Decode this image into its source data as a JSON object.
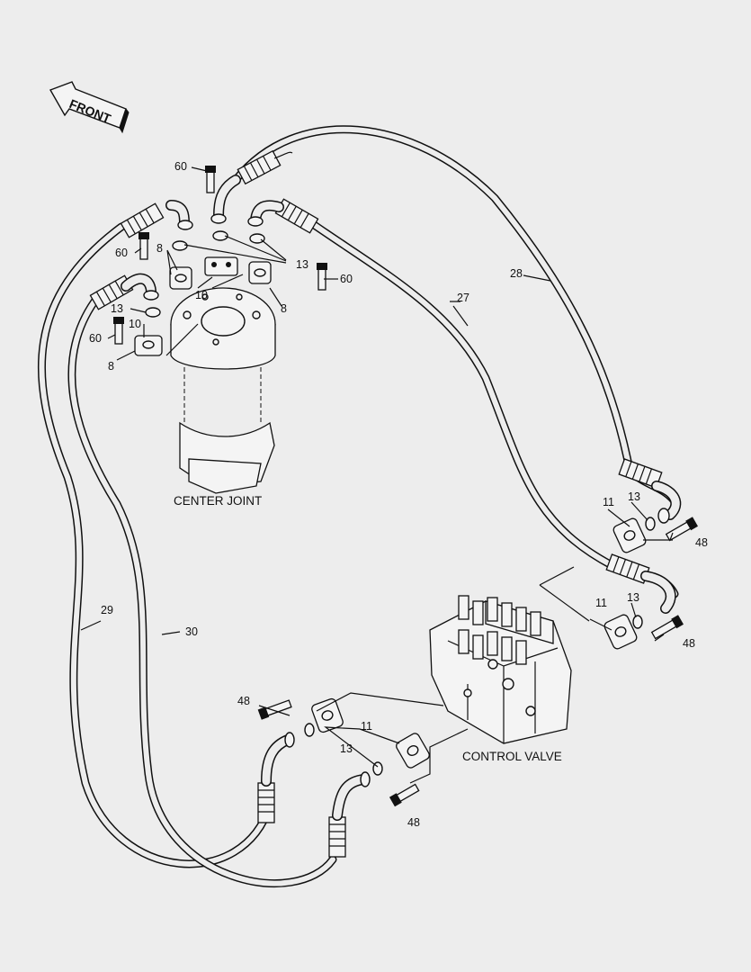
{
  "front_label": "FRONT",
  "captions": {
    "center_joint": "CENTER JOINT",
    "control_valve": "CONTROL VALVE"
  },
  "callouts": {
    "p60a": "60",
    "p60b": "60",
    "p60c": "60",
    "p60d": "60",
    "p8a": "8",
    "p8b": "8",
    "p8c": "8",
    "p10a": "10",
    "p10b": "10",
    "p13a": "13",
    "p13b": "13",
    "p13c": "13",
    "p13d": "13",
    "p13e": "13",
    "p28": "28",
    "p27": "27",
    "p29": "29",
    "p30": "30",
    "p11a": "11",
    "p11b": "11",
    "p11c": "11",
    "p48a": "48",
    "p48b": "48",
    "p48c": "48",
    "p48d": "48"
  }
}
